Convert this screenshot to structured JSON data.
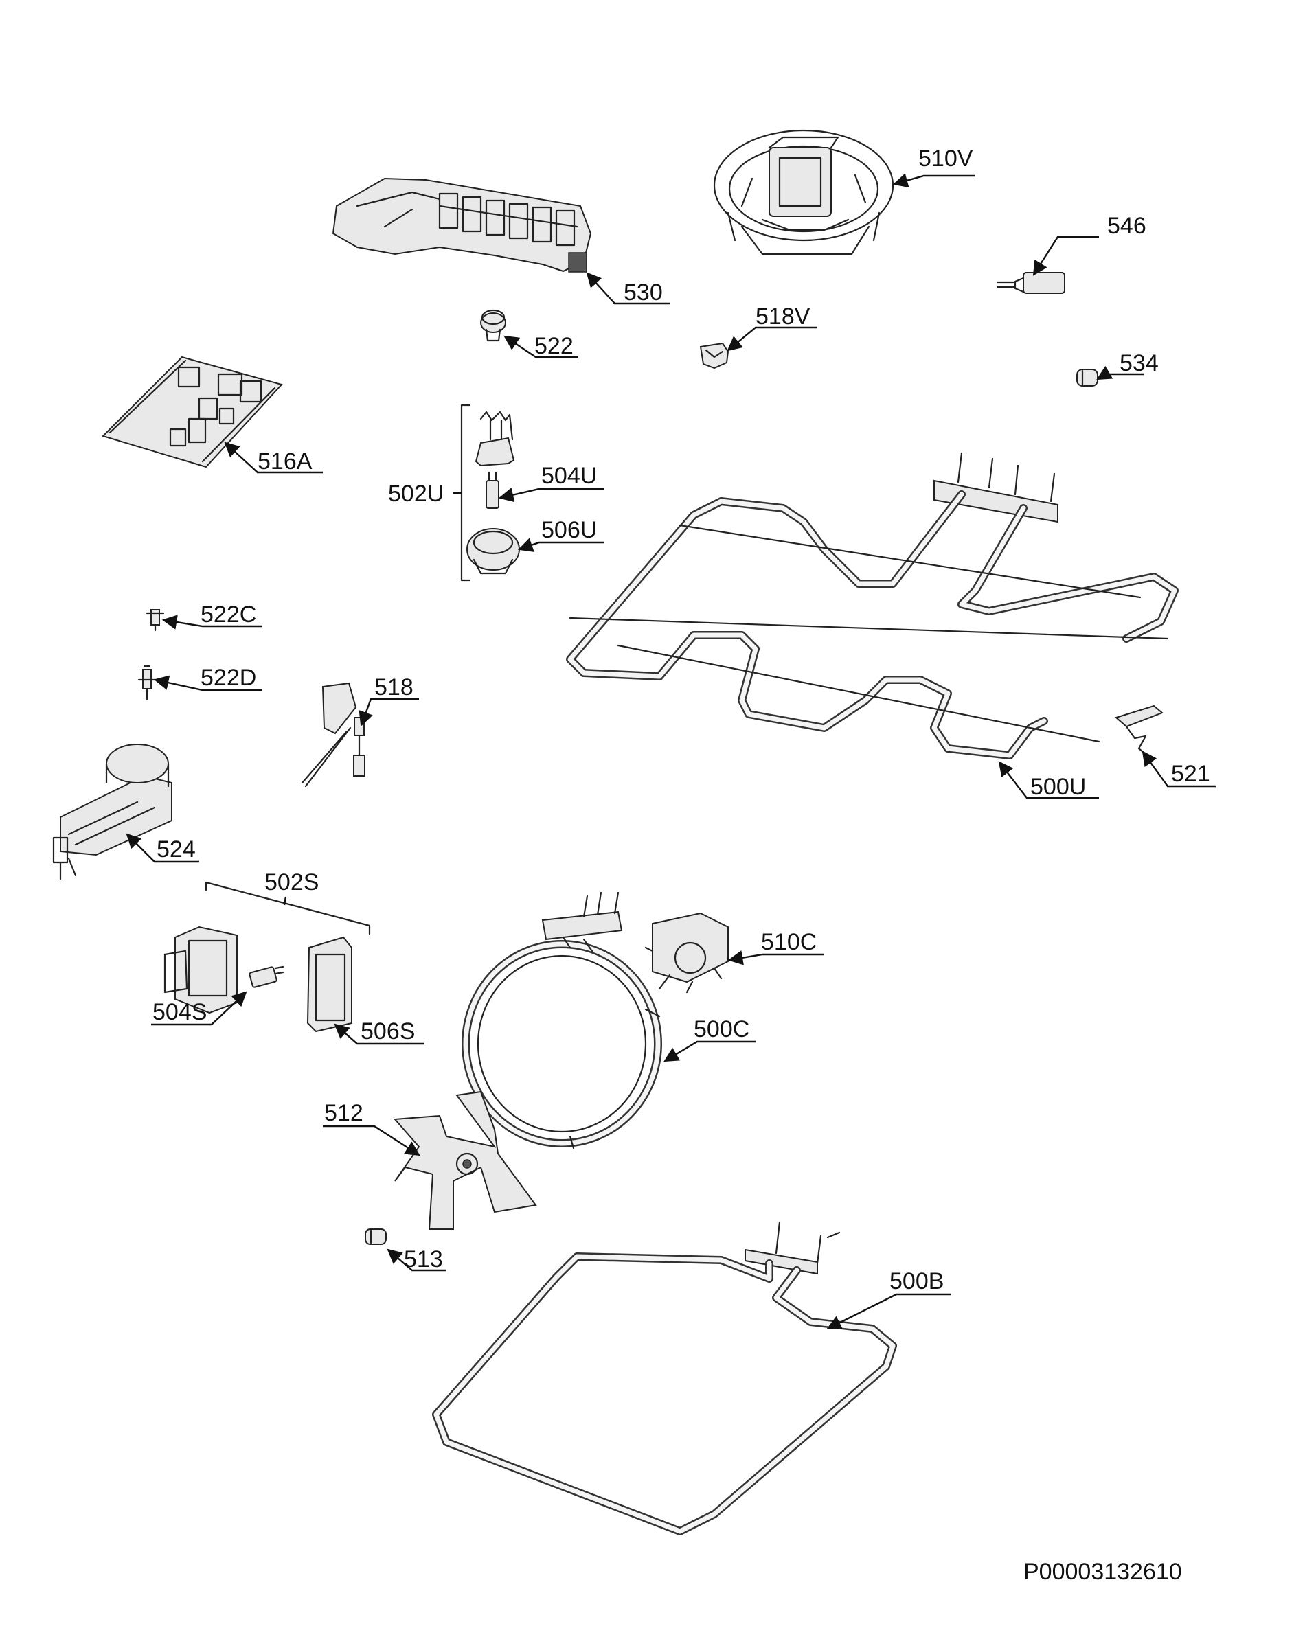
{
  "diagram": {
    "document_code": "P00003132610",
    "labels": {
      "510V": "510V",
      "546": "546",
      "530": "530",
      "522": "522",
      "518V": "518V",
      "534": "534",
      "516A": "516A",
      "502U": "502U",
      "504U": "504U",
      "506U": "506U",
      "522C": "522C",
      "522D": "522D",
      "518": "518",
      "500U": "500U",
      "521": "521",
      "524": "524",
      "502S": "502S",
      "510C": "510C",
      "504S": "504S",
      "506S": "506S",
      "500C": "500C",
      "512": "512",
      "513": "513",
      "500B": "500B"
    }
  }
}
